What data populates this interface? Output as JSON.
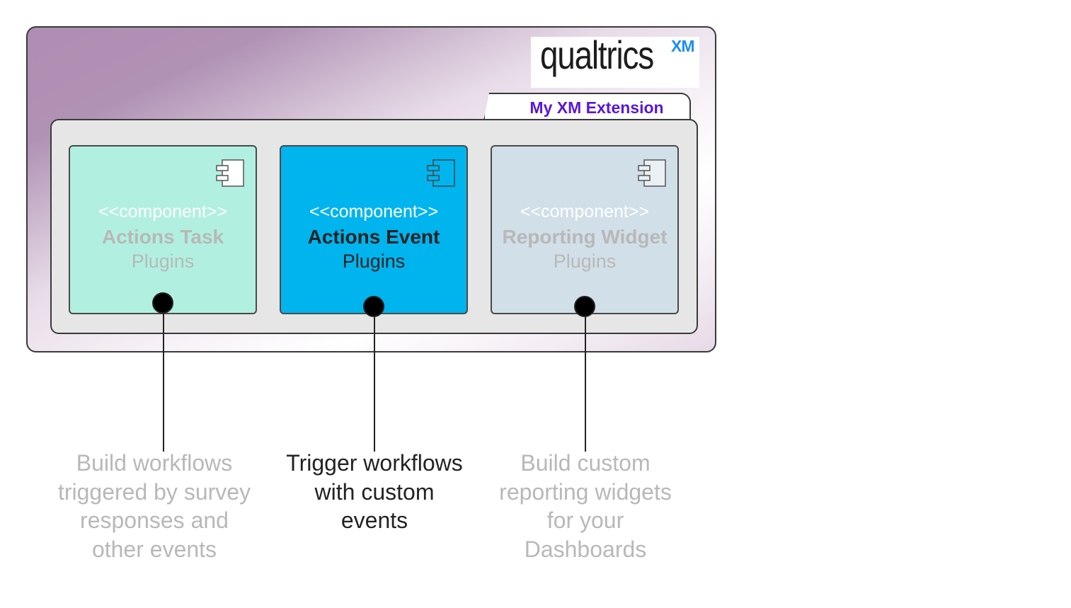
{
  "brand": {
    "logo_text": "qualtrics",
    "logo_suffix": "XM"
  },
  "extension": {
    "label": "My XM Extension"
  },
  "components": [
    {
      "stereotype": "<<component>>",
      "name": "Actions Task",
      "subtitle": "Plugins",
      "description_lines": [
        "Build workflows",
        "triggered by survey",
        "responses and",
        "other events"
      ],
      "fill_color": "#b1f0e0"
    },
    {
      "stereotype": "<<component>>",
      "name": "Actions Event",
      "subtitle": "Plugins",
      "description_lines": [
        "Trigger workflows",
        "with custom",
        "events"
      ],
      "fill_color": "#00b4ee"
    },
    {
      "stereotype": "<<component>>",
      "name": "Reporting Widget",
      "subtitle": "Plugins",
      "description_lines": [
        "Build custom",
        "reporting widgets",
        "for your",
        "Dashboards"
      ],
      "fill_color": "#d1dfe8"
    }
  ],
  "icons": {
    "component": "uml-component-icon",
    "port": "interface-port-icon"
  }
}
